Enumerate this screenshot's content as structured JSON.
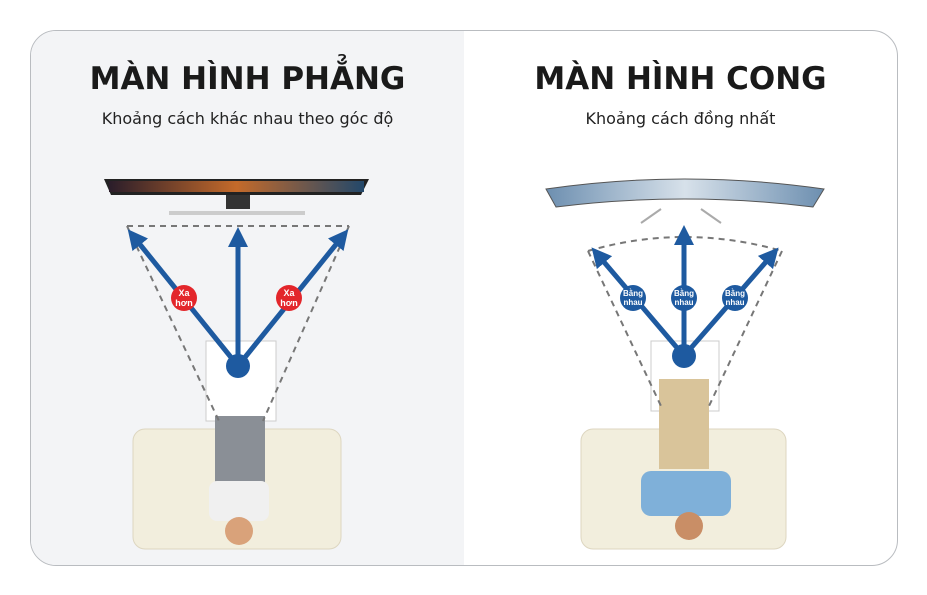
{
  "flat": {
    "title": "MÀN HÌNH PHẲNG",
    "subtitle": "Khoảng cách khác nhau theo góc độ",
    "badge_line1": "Xa",
    "badge_line2": "hơn",
    "badge_color": "#e3262b"
  },
  "curved": {
    "title": "MÀN HÌNH CONG",
    "subtitle": "Khoảng cách đồng nhất",
    "badge_line1": "Bằng",
    "badge_line2": "nhau",
    "badge_color": "#1e5aa0"
  },
  "colors": {
    "arrow": "#1e5aa0",
    "panel_bg": "#f3f4f6"
  }
}
